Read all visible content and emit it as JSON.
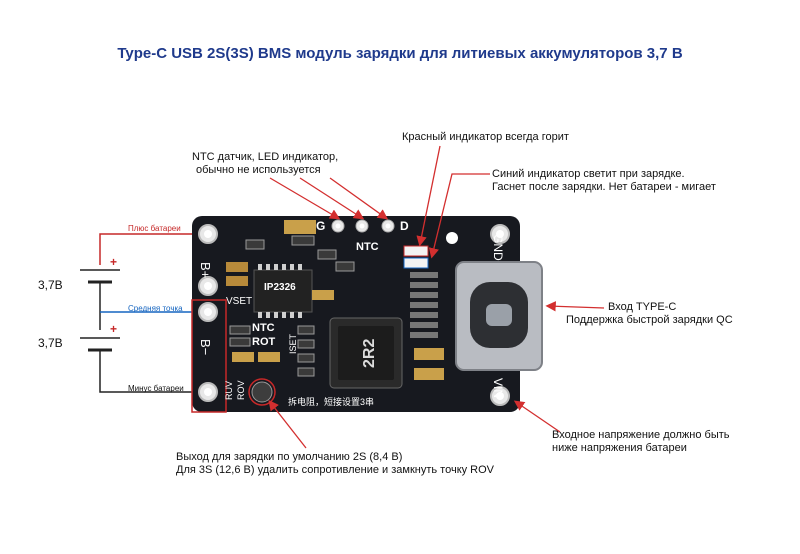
{
  "title": "Type-C USB 2S(3S) BMS модуль зарядки  для литиевых аккумуляторов 3,7 В",
  "labels": {
    "ntc_line1": "NTC датчик, LED индикатор,",
    "ntc_line2": "обычно не используется",
    "red_led": "Красный индикатор всегда горит",
    "blue_led_line1": "Синий индикатор светит при  зарядке.",
    "blue_led_line2": "Гаснет после зарядки. Нет батареи - мигает",
    "typec_line1": "Вход TYPE-C",
    "typec_line2": "Поддержка быстрой зарядки QC",
    "vin_line1": "Входное напряжение должно быть",
    "vin_line2": "ниже напряжения батареи",
    "out_line1": "Выход для зарядки по умолчанию 2S (8,4 В)",
    "out_line2": "Для 3S  (12,6 В) удалить сопротивление и замкнуть точку ROV"
  },
  "battery": {
    "plus_label": "Плюс батареи",
    "mid_label": "Средняя точка",
    "minus_label": "Минус батареи",
    "cell1_voltage": "3,7В",
    "cell2_voltage": "3,7В",
    "plus_sign": "+"
  },
  "board": {
    "chip": "IP2326",
    "inductor": "2R2",
    "silk_bplus": "B+",
    "silk_bminus": "B−",
    "silk_vset": "VSET",
    "silk_ntc": "NTC",
    "silk_rot": "ROT",
    "silk_ntc_top": "NTC",
    "silk_g": "G",
    "silk_d": "D",
    "silk_gnd": "GND",
    "silk_vin": "VIN",
    "silk_ruv": "RUV",
    "silk_rov": "ROV",
    "silk_iset": "ISET",
    "silk_chinese": "拆电阻，短接设置3串"
  },
  "colors": {
    "title": "#1f3a8c",
    "board": "#17191f",
    "wire_red": "#c62828",
    "wire_blue": "#1565c0",
    "arrow_red": "#d32f2f"
  }
}
